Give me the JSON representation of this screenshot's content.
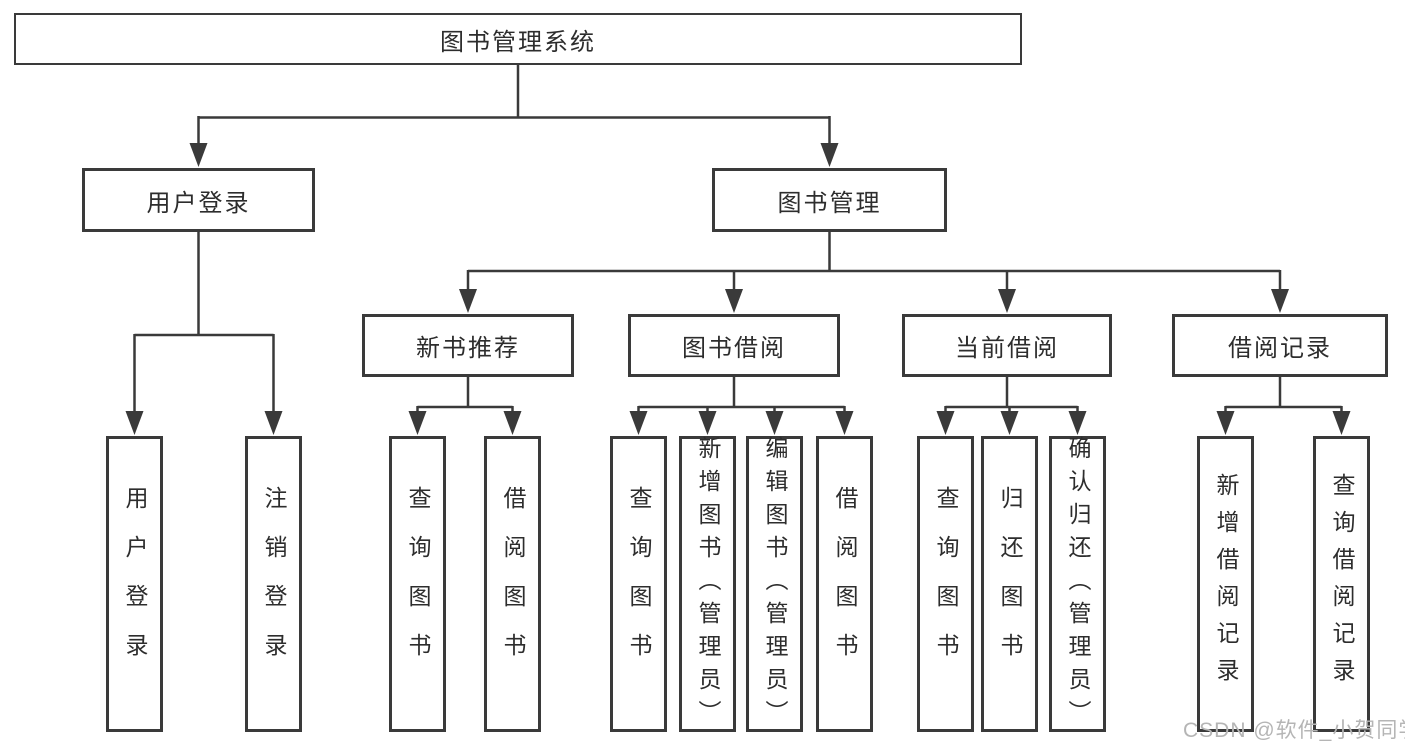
{
  "tree": {
    "label": "图书管理系统",
    "children": [
      {
        "label": "用户登录",
        "children": [
          {
            "label": "用户登录"
          },
          {
            "label": "注销登录"
          }
        ]
      },
      {
        "label": "图书管理",
        "children": [
          {
            "label": "新书推荐",
            "children": [
              {
                "label": "查询图书"
              },
              {
                "label": "借阅图书"
              }
            ]
          },
          {
            "label": "图书借阅",
            "children": [
              {
                "label": "查询图书"
              },
              {
                "label": "新增图书（管理员）"
              },
              {
                "label": "编辑图书（管理员）"
              },
              {
                "label": "借阅图书"
              }
            ]
          },
          {
            "label": "当前借阅",
            "children": [
              {
                "label": "查询图书"
              },
              {
                "label": "归还图书"
              },
              {
                "label": "确认归还（管理员）"
              }
            ]
          },
          {
            "label": "借阅记录",
            "children": [
              {
                "label": "新增借阅记录"
              },
              {
                "label": "查询借阅记录"
              }
            ]
          }
        ]
      }
    ]
  },
  "watermark": {
    "text": "CSDN @软件_小贺同学"
  },
  "colors": {
    "line": "#3a3a3a",
    "text": "#2d2d2d",
    "background": "#ffffff",
    "watermark_text": "#b5b5b5"
  }
}
